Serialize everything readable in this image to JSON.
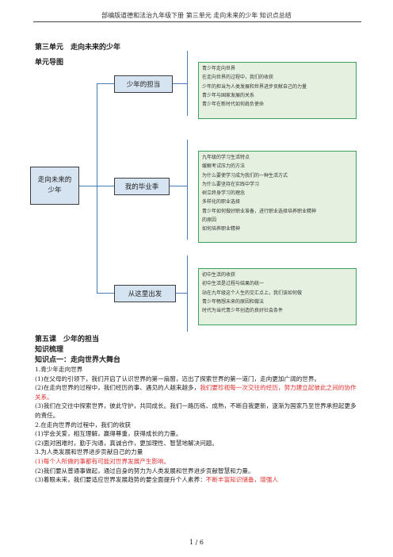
{
  "header": "部编版道德和法治九年级下册 第三单元 走向未来的少年 知识点总结",
  "unit_title": "第三单元　走向未来的少年",
  "map_title": "单元导图",
  "map": {
    "root": "走向未来的少年",
    "branches": [
      {
        "label": "少年的担当",
        "items": [
          "青少年走向世界",
          "在走向世界的过程中，我们的收获",
          "少年的担当为人类发展和世界进步贡献自己的力量",
          "青少年与国家发展的关系",
          "青少年在新时代如何肩负使命"
        ]
      },
      {
        "label": "我的毕业季",
        "items": [
          "九年级的学习生活特点",
          "缓解考试压力的方法",
          "为什么要使学习成为我们的一种生活方式",
          "为什么要坚持在实践中学习",
          "树立终身学习的理念",
          "多样化的职业选择",
          "青少年如何做好职业准备，进行职业选择培养职业精神",
          "的原因",
          "如何培养职业精神"
        ]
      },
      {
        "label": "从这里出发",
        "items": [
          "初中生活的收获",
          "初中生活是过程与结果的统一",
          "站在九年级这个人生的交汇点上，我们该如何做",
          "青少年畅想未来的原因和做法",
          "时代为当代青少年创造的良好社会条件"
        ]
      }
    ]
  },
  "lesson": {
    "title": "第五课　少年的担当",
    "section": "知识梳理",
    "point": "知识点一：走向世界大舞台",
    "paragraphs": [
      [
        {
          "t": "1.青少年走向世界"
        }
      ],
      [
        {
          "t": "(1)在父母的引领下，我们开启了认识世界的第一扇窗，迈出了探索世界的第一道门，走向更加广阔的世界。"
        }
      ],
      [
        {
          "t": "(2)在走向世界的过程中，我们经历的事、遇见的人越来越多，"
        },
        {
          "t": "我们要珍视每一次交往的经历，努力建立起彼此之间的协作关系。",
          "red": true
        }
      ],
      [
        {
          "t": "(3)我们在交往中探索世界，彼此守护，共同成长。我们一路历练、成熟，不断自我更新，逐渐为国家乃至世界承担起更多的责任。"
        }
      ],
      [
        {
          "t": "2.在走向世界的过程中，我们的收获"
        }
      ],
      [
        {
          "t": "(1)学会关爱，相互理解，赢得尊重，获得成长的力量。"
        }
      ],
      [
        {
          "t": "(2)面对困难时，勤于沟通，真诚合作，更加理性、智慧地解决问题。"
        }
      ],
      [
        {
          "t": "3.为人类发展和世界进步贡献自己的力量"
        }
      ],
      [
        {
          "t": "(1)",
          "red": true
        },
        {
          "t": "每个人所做的事都有可能对世界发展产生影响。",
          "red": true
        }
      ],
      [
        {
          "t": "(2)我们要从普通事做起，通过自身的努力为人类发展和世界进步贡献智慧和力量。"
        }
      ],
      [
        {
          "t": "(3)着眼未来，我们要适应世界发展趋势的要全面提升个人素养："
        },
        {
          "t": "不断丰富知识储备，增强人",
          "red": true
        }
      ]
    ]
  },
  "footer": "1 / 6"
}
